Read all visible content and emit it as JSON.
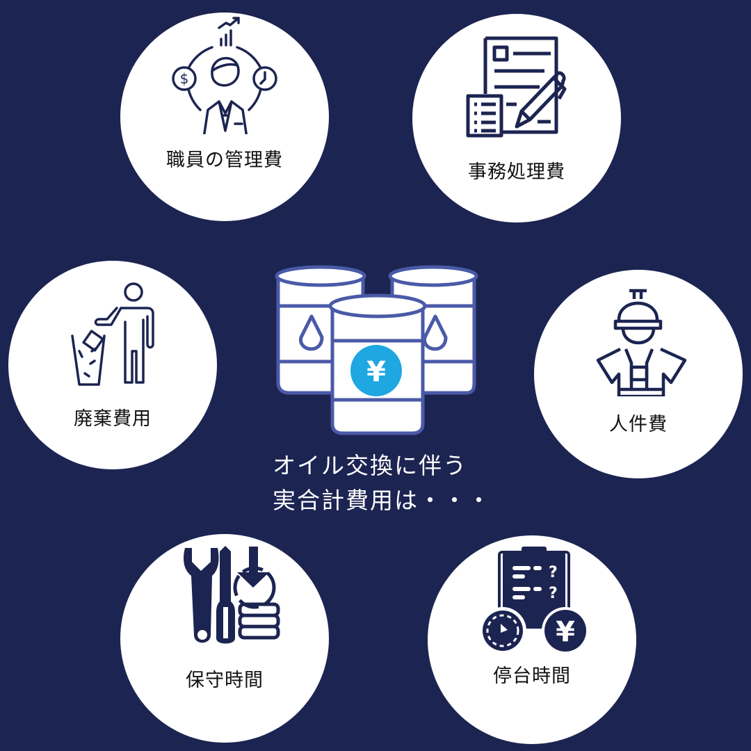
{
  "colors": {
    "background": "#1c2451",
    "circle": "#ffffff",
    "icon": "#1c2451",
    "barrel_outline": "#4a5aa8",
    "yen_badge": "#1ea7e1"
  },
  "center": {
    "icon": "oil-barrels-yen-icon",
    "line1": "オイル交換に伴う",
    "line2": "実合計費用は・・・"
  },
  "items": [
    {
      "id": "staff-management",
      "label": "職員の管理費",
      "icon": "businessman-icon"
    },
    {
      "id": "office-processing",
      "label": "事務処理費",
      "icon": "document-pen-icon"
    },
    {
      "id": "disposal",
      "label": "廃棄費用",
      "icon": "trash-disposal-icon"
    },
    {
      "id": "labor",
      "label": "人件費",
      "icon": "worker-icon"
    },
    {
      "id": "maintenance-time",
      "label": "保守時間",
      "icon": "tools-icon"
    },
    {
      "id": "downtime",
      "label": "停台時間",
      "icon": "clipboard-clock-yen-icon"
    }
  ]
}
